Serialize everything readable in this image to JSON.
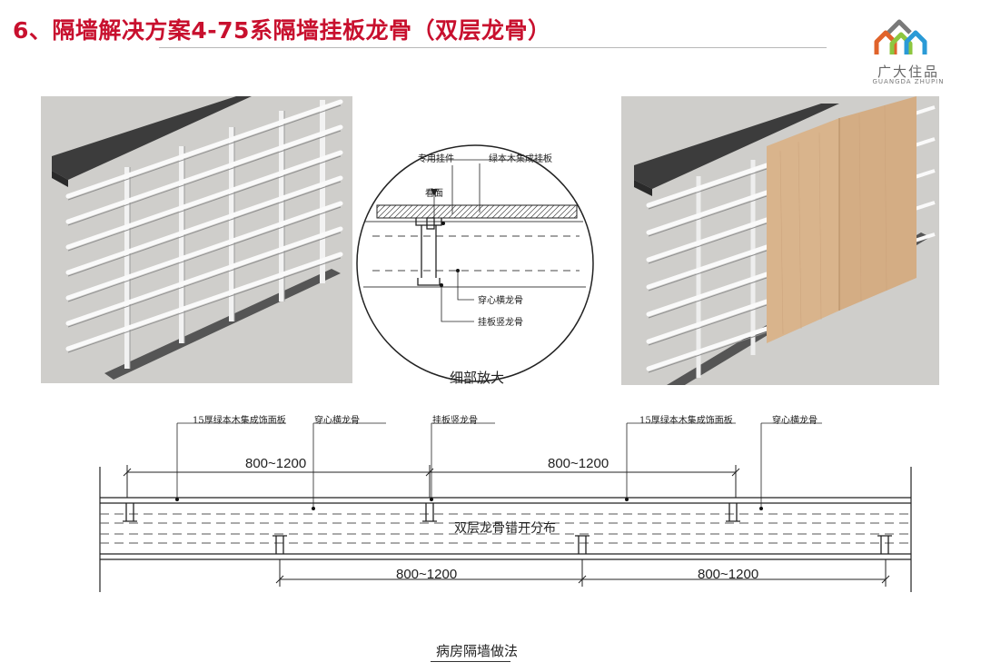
{
  "title": "6、隔墙解决方案4-75系隔墙挂板龙骨（双层龙骨）",
  "logo": {
    "name_cn": "广大住品",
    "name_en": "GUANGDA ZHUPIN",
    "colors": [
      "#e0632b",
      "#8dc63f",
      "#2a9ad6",
      "#7a7a7a"
    ]
  },
  "detail": {
    "label_hanger": "专用挂件",
    "label_panel": "绿本木集成挂板",
    "label_face": "看面",
    "label_cross_keel": "穿心横龙骨",
    "label_vertical_keel": "挂板竖龙骨",
    "caption": "细部放大"
  },
  "section": {
    "label_panel_left": "15厚绿本木集成饰面板",
    "label_cross_left": "穿心横龙骨",
    "label_vertical": "挂板竖龙骨",
    "label_panel_right": "15厚绿本木集成饰面板",
    "label_cross_right": "穿心横龙骨",
    "dim_top_left": "800~1200",
    "dim_top_right": "800~1200",
    "dim_bottom_left": "800~1200",
    "dim_bottom_right": "800~1200",
    "center_note": "双层龙骨错开分布",
    "caption": "病房隔墙做法"
  },
  "colors": {
    "title_red": "#c8102e",
    "render_bg": "#cfcecb",
    "wood": "#d9b48c",
    "metal": "#eeeeee",
    "top_rail": "#3c3c3c"
  }
}
